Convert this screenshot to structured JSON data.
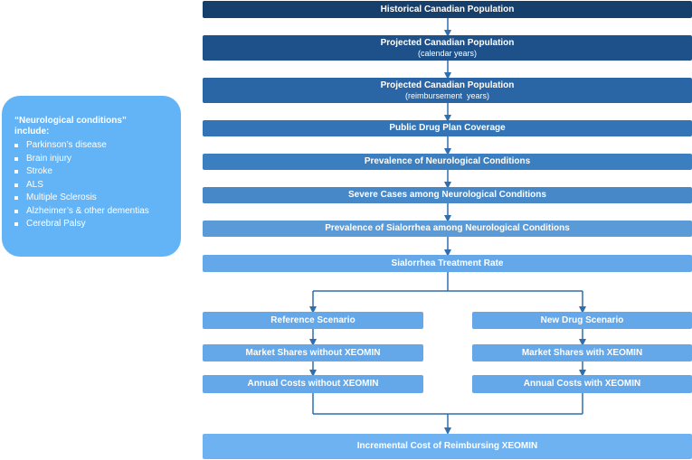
{
  "flow": {
    "historical_population": "Historical Canadian Population",
    "projected_population_calendar": {
      "title": "Projected Canadian Population",
      "sub": "(calendar years)"
    },
    "projected_population_reimbursement": {
      "title": "Projected Canadian Population",
      "sub": "(reimbursement  years)"
    },
    "public_drug_plan": "Public Drug Plan Coverage",
    "prevalence_neuro": "Prevalence of Neurological Conditions",
    "severe_cases": "Severe Cases among Neurological Conditions",
    "prevalence_sialorrhea": "Prevalence of Sialorrhea among Neurological Conditions",
    "treatment_rate": "Sialorrhea Treatment Rate",
    "reference_scenario": {
      "title": "Reference Scenario",
      "market_shares": "Market Shares without XEOMIN",
      "annual_costs": "Annual Costs without XEOMIN"
    },
    "new_drug_scenario": {
      "title": "New Drug Scenario",
      "market_shares": "Market Shares with XEOMIN",
      "annual_costs": "Annual Costs with XEOMIN"
    },
    "incremental_cost": "Incremental Cost of Reimbursing XEOMIN"
  },
  "side_panel": {
    "heading_line1": "“Neurological conditions”",
    "heading_line2": "include:",
    "items": [
      "Parkinson’s disease",
      "Brain injury",
      "Stroke",
      "ALS",
      "Multiple Sclerosis",
      "Alzheimer’s & other dementias",
      "Cerebral Palsy"
    ]
  },
  "colors": {
    "connector": "#2f6fb0",
    "side_panel": "#63b4f7"
  }
}
